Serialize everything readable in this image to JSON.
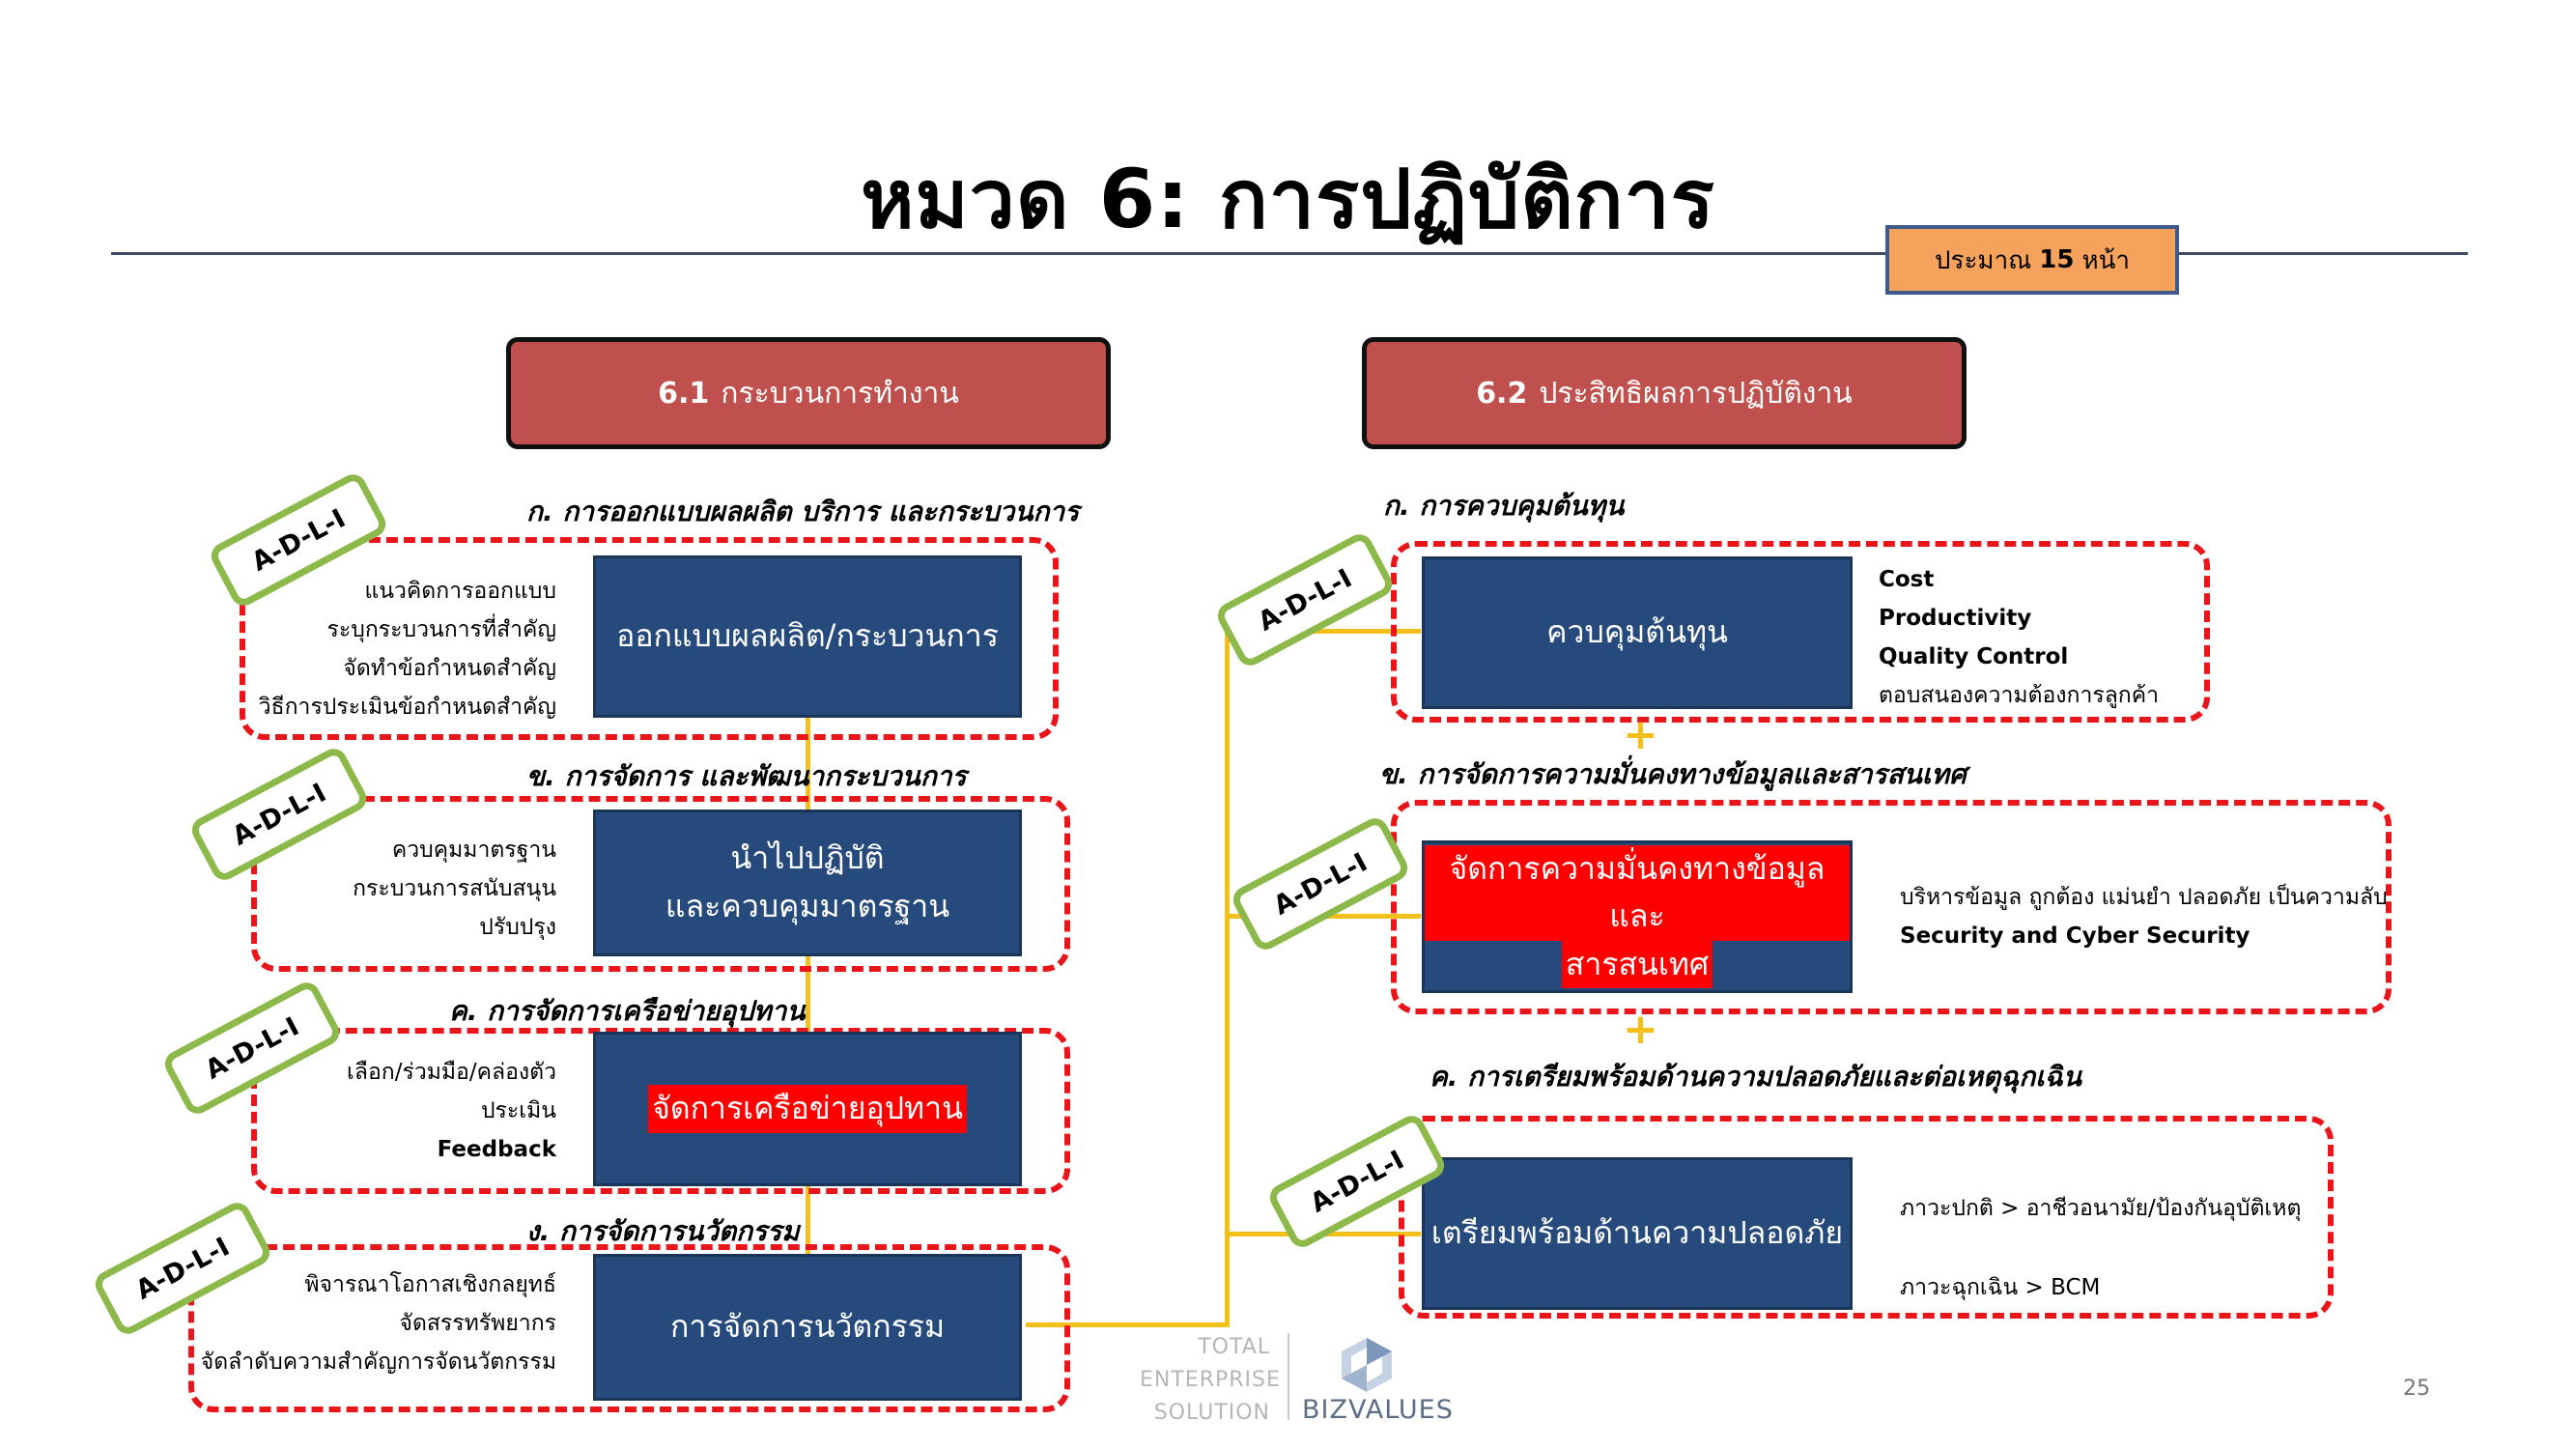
{
  "title": "หมวด 6: การปฏิบัติการ",
  "page_estimate": {
    "prefix": "ประมาณ",
    "number": "15",
    "suffix": "หน้า"
  },
  "sections": [
    {
      "number": "6.1",
      "label": "กระบวนการทำงาน"
    },
    {
      "number": "6.2",
      "label": "ประสิทธิผลการปฏิบัติงาน"
    }
  ],
  "adli_label": "A-D-L-I",
  "left": [
    {
      "heading": "ก. การออกแบบผลผลิต บริการ และกระบวนการ",
      "box_lines": [
        "ออกแบบผลผลิต/กระบวนการ"
      ],
      "notes": [
        "แนวคิดการออกแบบ",
        "ระบุกระบวนการที่สำคัญ",
        "จัดทำข้อกำหนดสำคัญ",
        "วิธีการประเมินข้อกำหนดสำคัญ"
      ]
    },
    {
      "heading": "ข. การจัดการ และพัฒนากระบวนการ",
      "box_lines": [
        "นำไปปฏิบัติ",
        "และควบคุมมาตรฐาน"
      ],
      "notes": [
        "ควบคุมมาตรฐาน",
        "กระบวนการสนับสนุน",
        "ปรับปรุง"
      ]
    },
    {
      "heading": "ค. การจัดการเครือข่ายอุปทาน",
      "box_lines": [
        "จัดการเครือข่ายอุปทาน"
      ],
      "notes": [
        "เลือก/ร่วมมือ/คล่องตัว",
        "ประเมิน",
        "Feedback"
      ]
    },
    {
      "heading": "ง. การจัดการนวัตกรรม",
      "box_lines": [
        "การจัดการนวัตกรรม"
      ],
      "notes": [
        "พิจารณาโอกาสเชิงกลยุทธ์",
        "จัดสรรทรัพยากร",
        "จัดลำดับความสำคัญการจัดนวัตกรรม"
      ]
    }
  ],
  "right": [
    {
      "heading": "ก. การควบคุมต้นทุน",
      "box_lines": [
        "ควบคุมต้นทุน"
      ],
      "notes": [
        "Cost",
        "Productivity",
        "Quality Control",
        "ตอบสนองความต้องการลูกค้า"
      ]
    },
    {
      "heading": "ข. การจัดการความมั่นคงทางข้อมูลและสารสนเทศ",
      "box_lines": [
        "จัดการความมั่นคงทางข้อมูลและ",
        "สารสนเทศ"
      ],
      "notes": [
        "บริหารข้อมูล ถูกต้อง แม่นยำ ปลอดภัย เป็นความลับ",
        "Security and Cyber Security"
      ]
    },
    {
      "heading": "ค. การเตรียมพร้อมด้านความปลอดภัยและต่อเหตุฉุกเฉิน",
      "box_lines": [
        "เตรียมพร้อมด้านความปลอดภัย"
      ],
      "notes": [
        "ภาวะปกติ > อาชีวอนามัย/ป้องกันอุบัติเหตุ",
        "ภาวะฉุกเฉิน > BCM"
      ]
    }
  ],
  "plus_sign": "+",
  "footer": {
    "line1": "TOTAL",
    "line2": "ENTERPRISE",
    "line3": "SOLUTION",
    "brand": "BIZVALUES"
  },
  "page_number": "25",
  "colors": {
    "section_fill": "#c0504d",
    "box_fill": "#264a7c",
    "dash_border": "#e8161b",
    "tag_border": "#8db84a",
    "connector": "#f2bf1b",
    "highlight": "#ff0000",
    "page_badge": "#f5a25c"
  }
}
